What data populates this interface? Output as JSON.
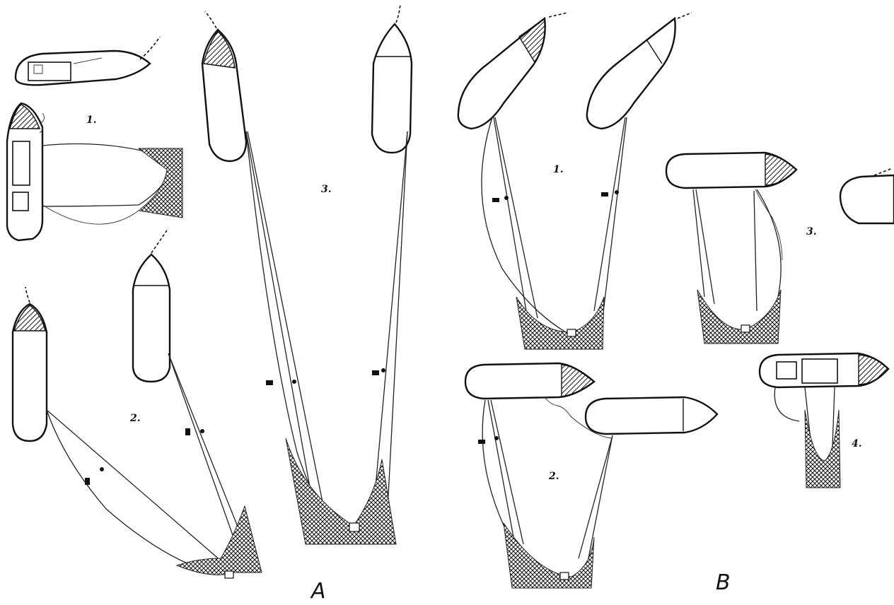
{
  "figure": {
    "panel_a": {
      "label": "A",
      "stage_labels": [
        "1.",
        "2.",
        "3."
      ]
    },
    "panel_b": {
      "label": "B",
      "stage_labels": [
        "1.",
        "2.",
        "3.",
        "4."
      ]
    }
  }
}
